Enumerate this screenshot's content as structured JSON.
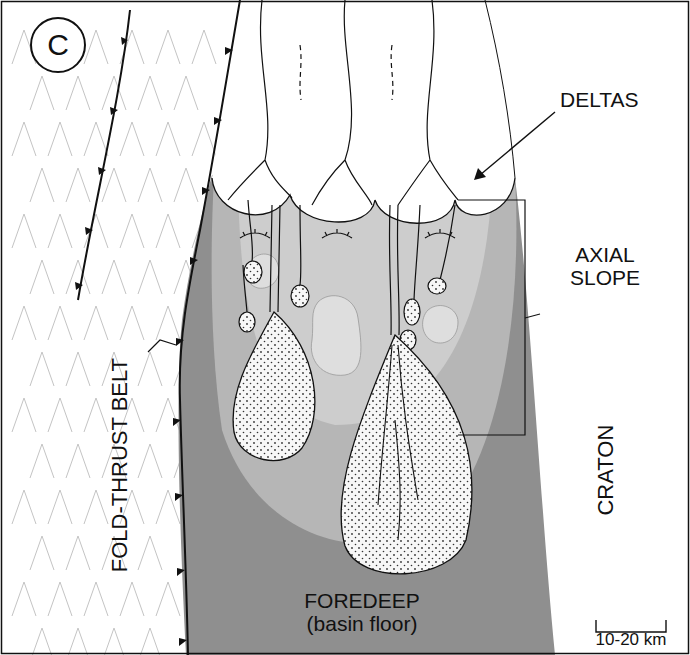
{
  "diagram": {
    "nodes": [
      {
        "text": [
          "C"
        ]
      }
    ],
    "labels": [
      "DELTAS",
      "AXIAL SLOPE",
      "CRATON",
      "FOLD-THRUST BELT",
      "FOREDEEP (basin floor)",
      "10-20 km"
    ]
  }
}
